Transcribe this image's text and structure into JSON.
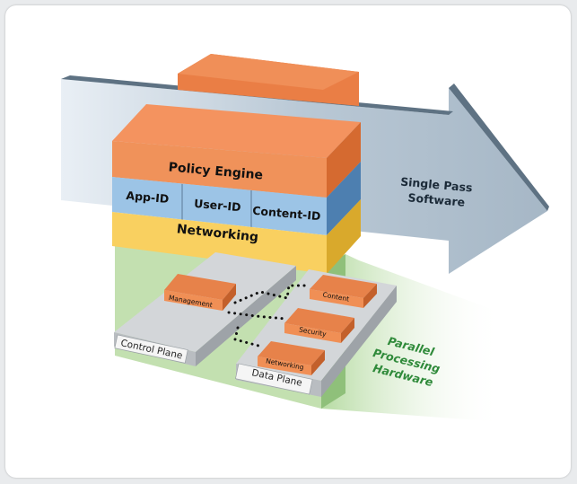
{
  "diagram": {
    "arrow_label_line1": "Single Pass",
    "arrow_label_line2": "Software",
    "layers": {
      "policy_engine": "Policy Engine",
      "app_id": "App-ID",
      "user_id": "User-ID",
      "content_id": "Content-ID",
      "networking": "Networking"
    },
    "hardware": {
      "management": "Management",
      "content": "Content",
      "security": "Security",
      "networking": "Networking",
      "control_plane": "Control Plane",
      "data_plane": "Data Plane",
      "hw_line1": "Parallel",
      "hw_line2": "Processing",
      "hw_line3": "Hardware"
    }
  }
}
